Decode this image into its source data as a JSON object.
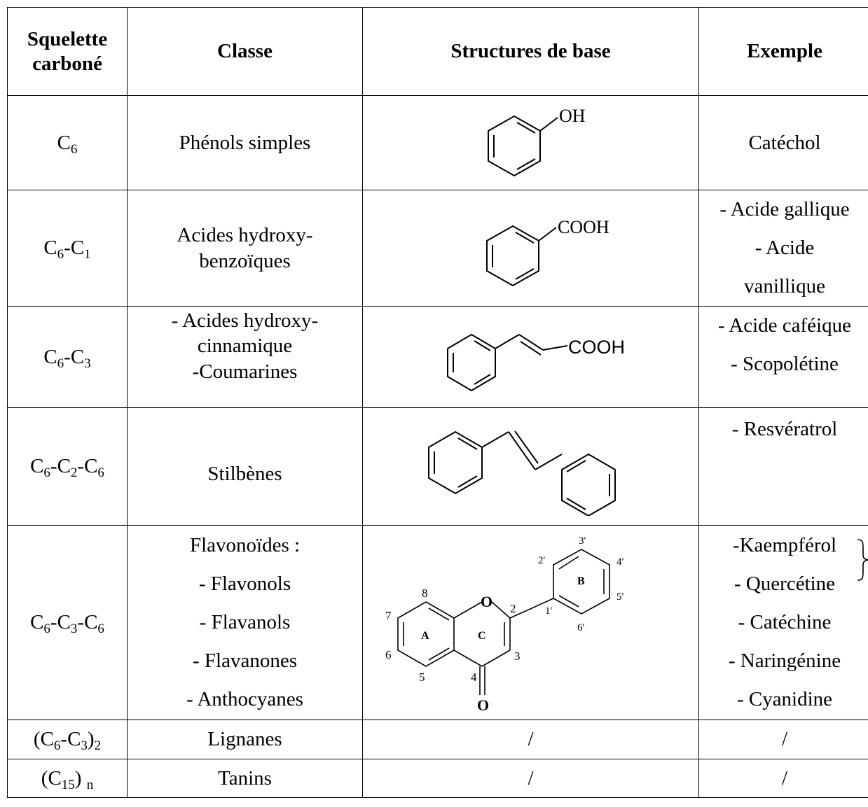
{
  "headers": {
    "skeleton": "Squelette carboné",
    "classe": "Classe",
    "structures": "Structures de base",
    "exemple": "Exemple"
  },
  "rows": [
    {
      "skeleton_parts": [
        "C",
        "6"
      ],
      "classe": [
        "Phénols simples"
      ],
      "structure_label": "OH",
      "exemples": [
        "Catéchol"
      ]
    },
    {
      "skeleton_parts": [
        "C",
        "6",
        "-C",
        "1"
      ],
      "classe": [
        "Acides hydroxy-",
        "benzoïques"
      ],
      "structure_label": "COOH",
      "exemples": [
        "- Acide gallique",
        "- Acide",
        "vanillique"
      ]
    },
    {
      "skeleton_parts": [
        "C",
        "6",
        "-C",
        "3"
      ],
      "classe": [
        "- Acides hydroxy-",
        "cinnamique",
        "-Coumarines"
      ],
      "structure_label": "COOH",
      "exemples": [
        "- Acide caféique",
        "- Scopolétine"
      ]
    },
    {
      "skeleton_parts": [
        "C",
        "6",
        "-C",
        "2",
        "-C",
        "6"
      ],
      "classe": [
        "Stilbènes"
      ],
      "structure_label": "",
      "exemples": [
        "- Resvératrol"
      ]
    },
    {
      "skeleton_parts": [
        "C",
        "6",
        "-C",
        "3",
        "-C",
        "6"
      ],
      "classe": [
        "Flavonoïdes :",
        "- Flavonols",
        "- Flavanols",
        "- Flavanones",
        "- Anthocyanes"
      ],
      "structure_labels": {
        "o_ring": "O",
        "o_keto": "O",
        "ring_a": "A",
        "ring_b": "B",
        "ring_c": "C",
        "n2": "2",
        "n3": "3",
        "n4": "4",
        "n5": "5",
        "n6": "6",
        "n7": "7",
        "n8": "8",
        "n1p": "1'",
        "n2p": "2'",
        "n3p": "3'",
        "n4p": "4'",
        "n5p": "5'",
        "n6p": "6'"
      },
      "exemples": [
        "-Kaempférol",
        "- Quercétine",
        "- Catéchine",
        "- Naringénine",
        "- Cyanidine"
      ]
    },
    {
      "skeleton_parts": [
        "(C",
        "6",
        "-C",
        "3",
        ")",
        "2"
      ],
      "classe": [
        "Lignanes"
      ],
      "structure_text": "/",
      "exemples": [
        "/"
      ]
    },
    {
      "skeleton_parts": [
        "(C",
        "15",
        ") ",
        "n"
      ],
      "classe": [
        "Tanins"
      ],
      "structure_text": "/",
      "exemples": [
        "/"
      ]
    }
  ]
}
